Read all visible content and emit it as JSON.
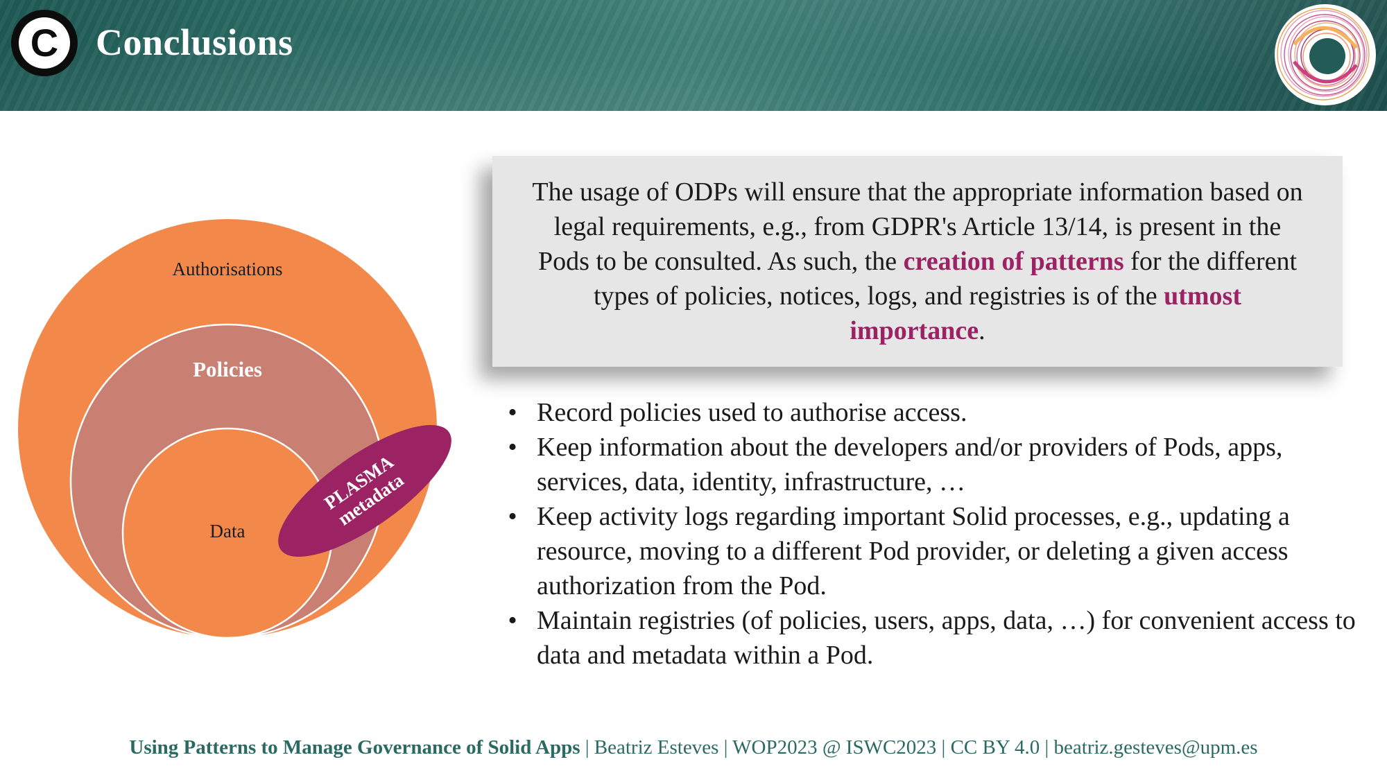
{
  "header": {
    "badge_letter": "C",
    "title": "Conclusions",
    "logo_icon": "spiral-ring-logo-icon"
  },
  "quote": {
    "part1": "The usage of ODPs will ensure that the appropriate information based on legal requirements, e.g., from GDPR's Article 13/14, is present in the Pods to be consulted. As such, the ",
    "highlight1": "creation of patterns",
    "part2": " for the different types of policies, notices, logs, and registries is of the ",
    "highlight2": "utmost importance",
    "part3": "."
  },
  "bullets": [
    "Record policies used to authorise access.",
    "Keep information about the developers and/or providers of Pods, apps, services, data, identity, infrastructure, …",
    "Keep activity logs regarding important Solid processes, e.g., updating a resource, moving to a different Pod provider, or deleting a given access authorization from the Pod.",
    "Maintain registries (of policies, users, apps, data, …) for convenient access to data and metadata within a Pod."
  ],
  "bullet_symbol": "•",
  "diagram": {
    "outer_label": "Authorisations",
    "middle_label": "Policies",
    "inner_label": "Data",
    "tag_line1": "PLASMA",
    "tag_line2": "metadata"
  },
  "footer": {
    "title": "Using Patterns to Manage Governance of Solid Apps",
    "rest": " | Beatriz Esteves | WOP2023 @ ISWC2023 | CC BY 4.0 | beatriz.gesteves@upm.es"
  },
  "colors": {
    "header_teal": "#2d6e66",
    "orange": "#f2894b",
    "rose": "#c97f72",
    "magenta": "#9b2363",
    "footer_teal": "#2a6a62"
  }
}
